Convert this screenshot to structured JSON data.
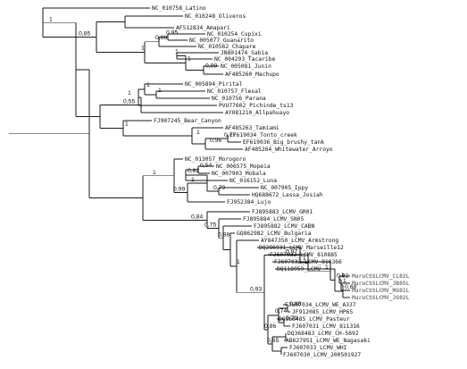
{
  "tree": {
    "highlight_color": "#7a7a7a",
    "taxa": [
      "NC_010758_Latino",
      "NC_010248_Oliveros",
      "AF512834_Amapari",
      "NC_010254_Cupixi",
      "NC_005077_Guanarito",
      "NC_010562_Chapare",
      "JN801474_Sabia",
      "NC_004293_Tacaribe",
      "NC_005081_Junin",
      "AF485260_Machupo",
      "NC_005894_Pirital",
      "NC_010757_Flexal",
      "NC_010756_Parana",
      "PVU77602_Pichinde_ts13",
      "AY081210_Allpahuayo",
      "FJ907245_Bear_Canyon",
      "AF485263_Tamiami",
      "EF619034_Tonto_creek",
      "EF619036_Big_brushy_tank",
      "AF485264_Whitewater_Arroyo",
      "NC_013057_Morogoro",
      "NC_006575_Mopeia",
      "NC_007903_Mobala",
      "NC_016152_Luna",
      "NC_007905_Ippy",
      "HQ688672_Lassa_Josiah",
      "FJ952384_Lujo",
      "FJ895883_LCMV_GR01",
      "FJ895884_LCMV_SN05",
      "FJ895882_LCMV_CABN",
      "GQ862982_LCMV_Bulgaria",
      "AY847350_LCMV_Armstrong",
      "DQ286931_LCMV_Marseille12",
      "FJ607032_LCMV_810885",
      "FJ607032_LCMV_810366",
      "DQ118959_LCMV",
      "MuruCSSLCMV_CL02L",
      "MuruCSSLCMV_JB05L",
      "MuruCSSLCMV_MG01L",
      "MuruCSSLCMV_JG02L",
      "FJ607034_LCMV_WE_A337",
      "JF912085_LCMV_HP65",
      "DQ868485_LCMV_Pasteur",
      "FJ607031_LCMV_811316",
      "DQ368483_LCMV_CH-5692",
      "AB627951_LCMV_WE_Nagasaki",
      "FJ607033_LCMV_WHI",
      "FJ607030_LCMV_200501927"
    ],
    "supports": [
      "1",
      "0,85",
      "0,88",
      "0,95",
      "1",
      "1",
      "0,99",
      "1",
      "1",
      "1",
      "0,55",
      "1",
      "1",
      "0,96",
      "0,77",
      "1",
      "1",
      "0,54",
      "0,82",
      "0,79",
      "1",
      "0,99",
      "1",
      "0,84",
      "0,75",
      "1",
      "0,97",
      "1",
      "1",
      "0,92",
      "1",
      "1",
      "0,68",
      "0,88",
      "0,74",
      "0,79",
      "0,65",
      "0,86",
      "0,93",
      "0,88"
    ]
  }
}
